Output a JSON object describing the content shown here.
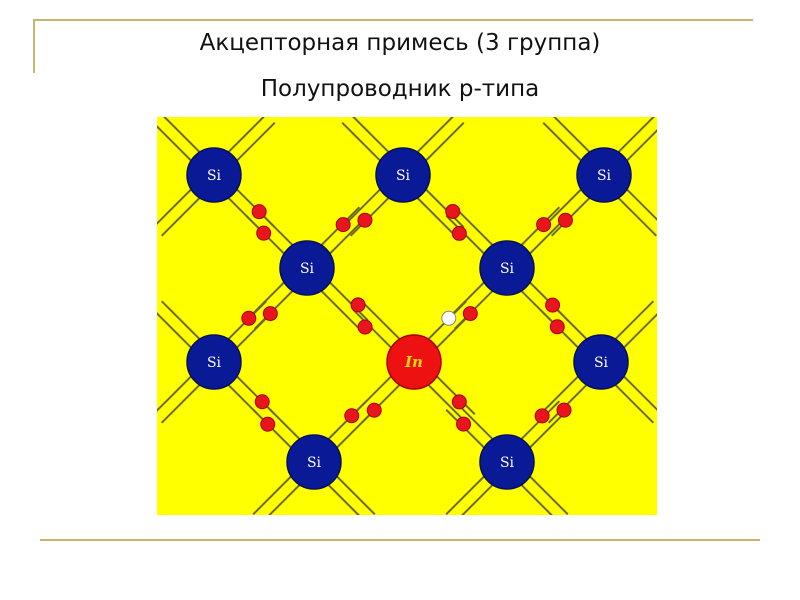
{
  "slide": {
    "title": "Акцепторная примесь (3 группа)",
    "subtitle": "Полупроводник p-типа"
  },
  "diagram": {
    "host_atom_label": "Si",
    "impurity_atom_label": "In",
    "colors": {
      "background": "#ffff00",
      "host_atom": "#0a1a96",
      "impurity_atom": "#ee1111",
      "electron": "#e8141e",
      "hole": "#ffffff",
      "bond": "#6b6a1a"
    }
  }
}
